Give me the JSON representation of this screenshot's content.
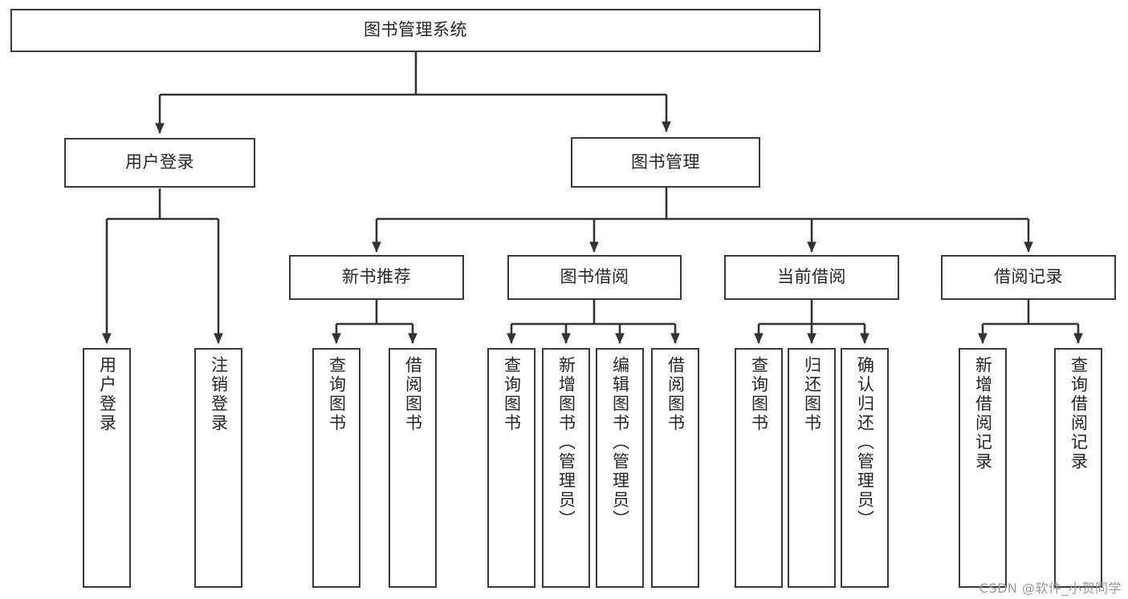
{
  "diagram": {
    "type": "tree-hierarchy-chart",
    "title": "图书管理系统",
    "root": {
      "id": "root",
      "label": "图书管理系统"
    },
    "level2": [
      {
        "id": "user-login",
        "label": "用户登录"
      },
      {
        "id": "book-manage",
        "label": "图书管理"
      }
    ],
    "level3": [
      {
        "id": "new-book-recommend",
        "label": "新书推荐",
        "parent": "book-manage"
      },
      {
        "id": "book-borrow",
        "label": "图书借阅",
        "parent": "book-manage"
      },
      {
        "id": "current-borrow",
        "label": "当前借阅",
        "parent": "book-manage"
      },
      {
        "id": "borrow-record",
        "label": "借阅记录",
        "parent": "book-manage"
      }
    ],
    "leaves": [
      {
        "id": "leaf-user-login",
        "label": "用户登录",
        "parent": "user-login"
      },
      {
        "id": "leaf-logout",
        "label": "注销登录",
        "parent": "user-login"
      },
      {
        "id": "leaf-query-book-1",
        "label": "查询图书",
        "parent": "new-book-recommend"
      },
      {
        "id": "leaf-borrow-book-1",
        "label": "借阅图书",
        "parent": "new-book-recommend"
      },
      {
        "id": "leaf-query-book-2",
        "label": "查询图书",
        "parent": "book-borrow"
      },
      {
        "id": "leaf-add-book",
        "label": "新增图书（管理员）",
        "parent": "book-borrow"
      },
      {
        "id": "leaf-edit-book",
        "label": "编辑图书（管理员）",
        "parent": "book-borrow"
      },
      {
        "id": "leaf-borrow-book-2",
        "label": "借阅图书",
        "parent": "book-borrow"
      },
      {
        "id": "leaf-query-book-3",
        "label": "查询图书",
        "parent": "current-borrow"
      },
      {
        "id": "leaf-return-book",
        "label": "归还图书",
        "parent": "current-borrow"
      },
      {
        "id": "leaf-confirm-return",
        "label": "确认归还（管理员）",
        "parent": "current-borrow"
      },
      {
        "id": "leaf-add-record",
        "label": "新增借阅记录",
        "parent": "borrow-record"
      },
      {
        "id": "leaf-query-record",
        "label": "查询借阅记录",
        "parent": "borrow-record"
      }
    ],
    "watermark": "CSDN @软件_小贺同学",
    "colors": {
      "box_border": "#3a3a3a",
      "box_fill": "#ffffff",
      "edge": "#333333",
      "text": "#262626",
      "watermark": "#9a9a9a",
      "background": "#ffffff"
    }
  }
}
